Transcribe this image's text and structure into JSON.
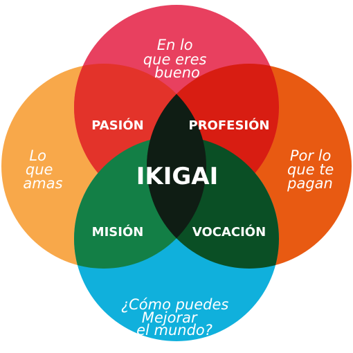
{
  "circles": {
    "top": {
      "lines": [
        "En lo",
        "que eres",
        "bueno"
      ],
      "color": "#e8405f"
    },
    "left": {
      "lines": [
        "Lo",
        "que",
        "amas"
      ],
      "color": "#f8a84a"
    },
    "right": {
      "lines": [
        "Por lo",
        "que te",
        "pagan"
      ],
      "color": "#e85a12"
    },
    "bottom": {
      "lines": [
        "¿Cómo puedes",
        "Mejorar",
        "el mundo?"
      ],
      "color": "#10b0dc"
    }
  },
  "overlaps": {
    "top_left": "PASIÓN",
    "top_right": "PROFESIÓN",
    "bottom_left": "MISIÓN",
    "bottom_right": "VOCACIÓN"
  },
  "center": "IKIGAI",
  "overlap_colors": {
    "top_left": "#e3332a",
    "top_right": "#d81d12",
    "bottom_left": "#137f46",
    "bottom_right": "#0a4f25",
    "center": "#0f1d14"
  }
}
